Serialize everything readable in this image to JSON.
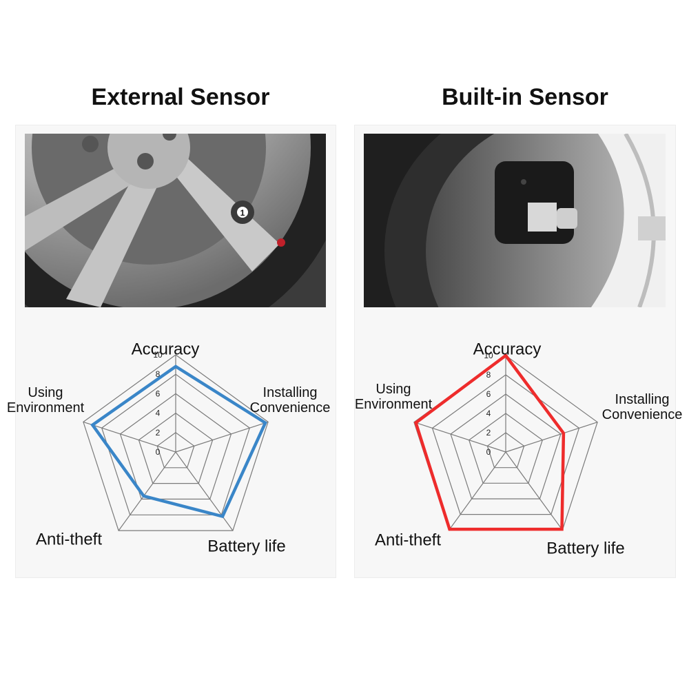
{
  "panels": [
    {
      "title": "External Sensor",
      "photo_icon": "external-valve-cap-sensor-photo",
      "badge_text": "1"
    },
    {
      "title": "Built-in Sensor",
      "photo_icon": "internal-wheel-sensor-photo"
    }
  ],
  "colors": {
    "external": "#3a86c8",
    "builtin": "#ee2c2c",
    "grid": "#7a7a7a"
  },
  "chart_data": [
    {
      "type": "radar",
      "axes": [
        "Accuracy",
        "Installing Convenience",
        "Battery life",
        "Anti-theft",
        "Using Environment"
      ],
      "axis_label_lines": [
        [
          "Accuracy"
        ],
        [
          "Installing",
          "Convenience"
        ],
        [
          "Battery life"
        ],
        [
          "Anti-theft"
        ],
        [
          "Using",
          "Environment"
        ]
      ],
      "ticks": [
        "0",
        "2",
        "4",
        "6",
        "8",
        "10"
      ],
      "range": [
        0,
        10
      ],
      "series": [
        {
          "values": [
            8.8,
            9.7,
            8.2,
            5.6,
            9.0
          ],
          "color": "#3a86c8"
        }
      ]
    },
    {
      "type": "radar",
      "axes": [
        "Accuracy",
        "Installing Convenience",
        "Battery life",
        "Anti-theft",
        "Using Environment"
      ],
      "axis_label_lines": [
        [
          "Accuracy"
        ],
        [
          "Installing",
          "Convenience"
        ],
        [
          "Battery life"
        ],
        [
          "Anti-theft"
        ],
        [
          "Using",
          "Environment"
        ]
      ],
      "ticks": [
        "0",
        "2",
        "4",
        "6",
        "8",
        "10"
      ],
      "range": [
        0,
        10
      ],
      "series": [
        {
          "values": [
            10,
            6.3,
            9.9,
            9.9,
            9.8
          ],
          "color": "#ee2c2c"
        }
      ]
    }
  ]
}
